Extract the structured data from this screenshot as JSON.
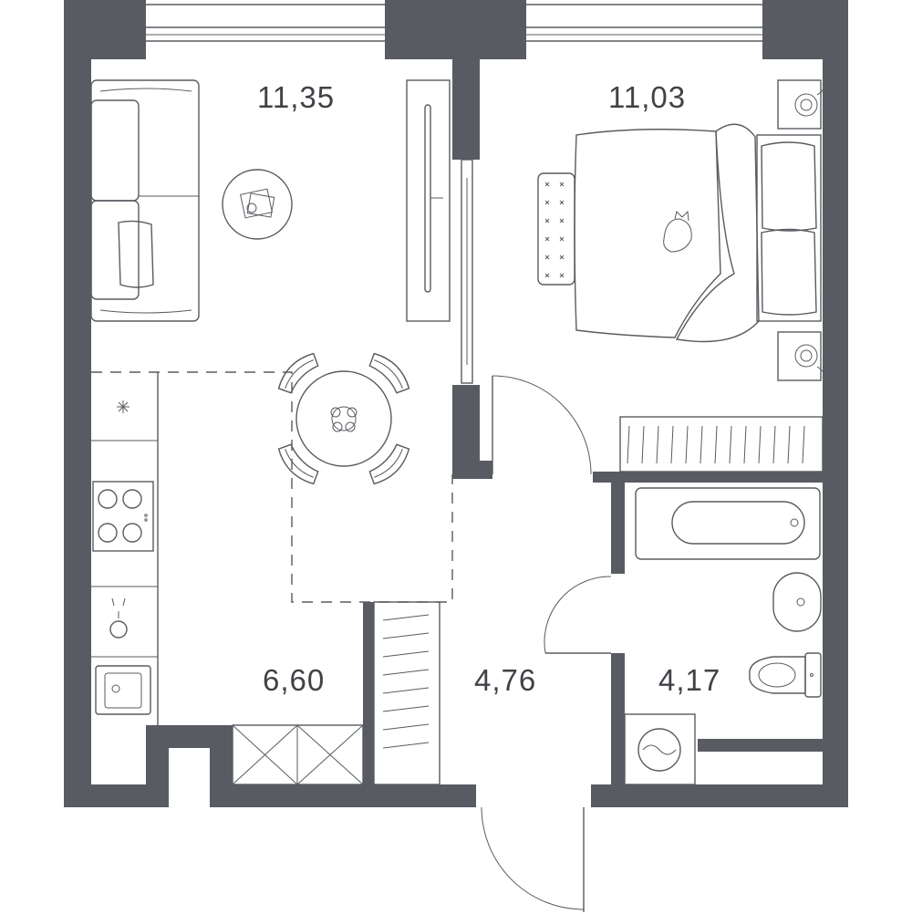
{
  "plan": {
    "colors": {
      "wall": "#585b61",
      "line": "#585b61",
      "text": "#3f4247",
      "background": "#ffffff"
    },
    "rooms": [
      {
        "id": "living-room",
        "area": "11,35"
      },
      {
        "id": "bedroom",
        "area": "11,03"
      },
      {
        "id": "kitchen",
        "area": "6,60"
      },
      {
        "id": "hallway",
        "area": "4,76"
      },
      {
        "id": "bathroom",
        "area": "4,17"
      }
    ],
    "icons": [
      "sofa-icon",
      "coffee-table-icon",
      "tv-icon",
      "dining-table-icon",
      "bed-icon",
      "nightstand-icon",
      "wardrobe-icon",
      "cooktop-icon",
      "sink-icon",
      "bathtub-icon",
      "washbasin-icon",
      "toilet-icon",
      "washing-machine-icon",
      "door-icon",
      "window-icon"
    ]
  }
}
